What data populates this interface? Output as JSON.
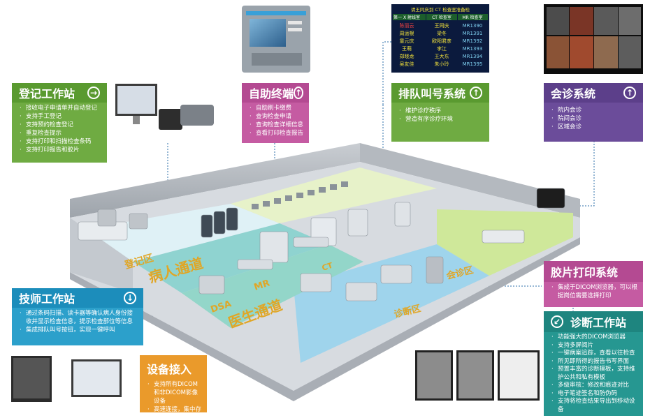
{
  "colors": {
    "green": "#6fab42",
    "pink": "#c55ba2",
    "cyan": "#2ca0cb",
    "orange": "#ea9a2b",
    "purple": "#6b4c9a",
    "teal": "#269791"
  },
  "panels": {
    "registration": {
      "title": "登记工作站",
      "icon": "arrow-right-circle-icon",
      "items": [
        "接收电子申请单并自动登记",
        "支持手工登记",
        "支持预约检查登记",
        "重复检查提示",
        "支持打印和扫描检查条码",
        "支持打印报告和胶片"
      ]
    },
    "kiosk": {
      "title": "自助终端",
      "icon": "arrow-up-circle-icon",
      "items": [
        "自助刷卡缴费",
        "查询检查申请",
        "查询检查详细信息",
        "查看打印检查报告"
      ]
    },
    "queue": {
      "title": "排队叫号系统",
      "icon": "arrow-up-circle-icon",
      "items": [
        "维护诊疗秩序",
        "营造有序诊疗环境"
      ]
    },
    "consult": {
      "title": "会诊系统",
      "icon": "arrow-up-circle-icon",
      "items": [
        "院内会诊",
        "院间会诊",
        "区域会诊"
      ]
    },
    "technician": {
      "title": "技师工作站",
      "icon": "arrow-down-circle-icon",
      "items": [
        "通过条码扫描、读卡器等确认病人身份接收并显示检查信息，提示检查部位等信息",
        "集成排队叫号按钮，实现一键呼叫"
      ]
    },
    "device": {
      "title": "设备接入",
      "items": [
        "支持所有DICOM和非DICOM影像设备",
        "高速连接，集中存储"
      ]
    },
    "film": {
      "title": "胶片打印系统",
      "items": [
        "集成于DICOM浏览器，可以根据岗位需要选择打印"
      ]
    },
    "diagnosis": {
      "title": "诊断工作站",
      "icon": "arrow-down-left-circle-icon",
      "items": [
        "功能强大的DICOM浏览器",
        "支持多屏阅片",
        "一键病案追踪，查看以往检查",
        "所见即所得的报告书写界面",
        "预置丰富的诊断模板，支持维护公共和私有模板",
        "多级审核：修改和痕迹对比",
        "电子笔迹签名和防伪码",
        "支持将检查结果导出到移动设备"
      ]
    }
  },
  "queue_board": {
    "title": "请王同庆到 CT 检查室准备检",
    "headers": [
      "第一 X 射线室",
      "CT 检查室",
      "MR 检查室"
    ],
    "rows": [
      [
        "陈丽云",
        "王同庆",
        "MR1390"
      ],
      [
        "周运根",
        "梁冬",
        "MR1391"
      ],
      [
        "童元庆",
        "欧阳君彦",
        "MR1392"
      ],
      [
        "王萌",
        "李江",
        "MR1393"
      ],
      [
        "郑晓龙",
        "王大东",
        "MR1394"
      ],
      [
        "吴友佳",
        "朱小玲",
        "MR1395"
      ]
    ]
  },
  "floor_labels": {
    "registration_area": "登记区",
    "waiting": "病人通道",
    "doctor_channel": "医生通道",
    "diagnosis_area": "诊断区",
    "consult_area": "会诊区",
    "dsa": "DSA",
    "mr": "MR",
    "ct": "CT"
  }
}
